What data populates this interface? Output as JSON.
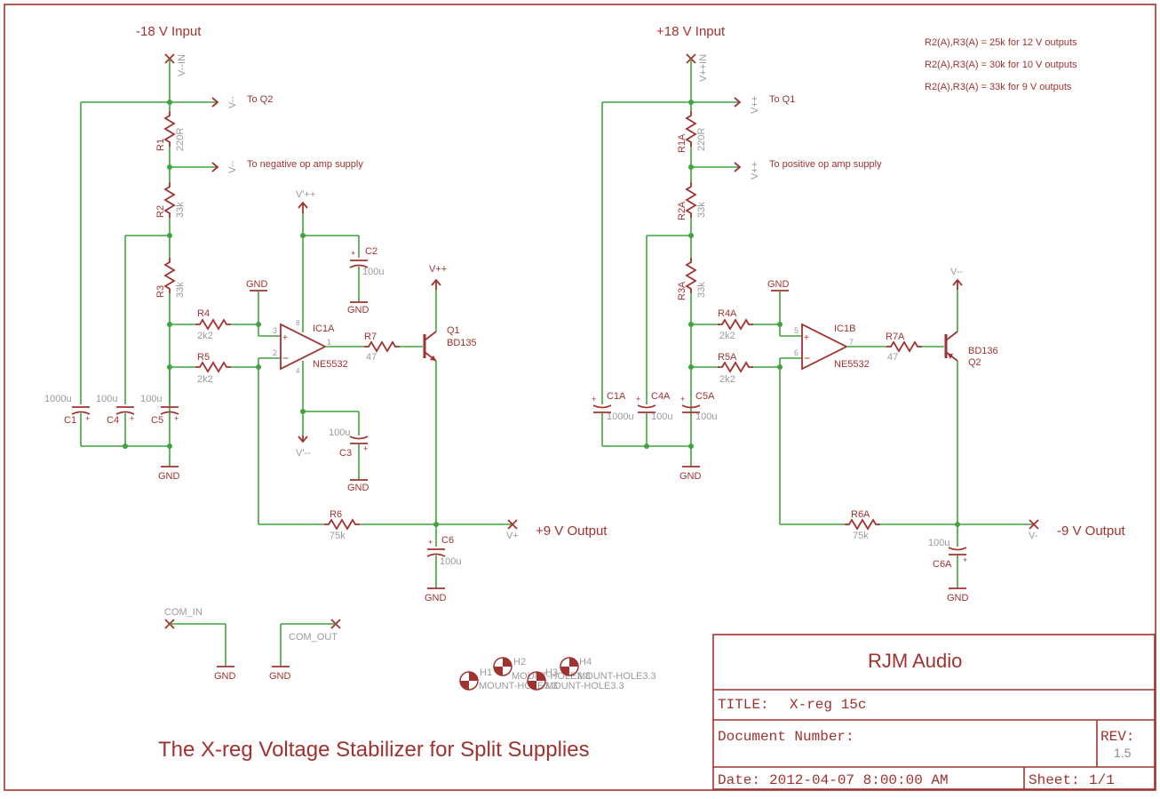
{
  "labels": {
    "neg_input": "-18 V Input",
    "pos_input": "+18 V Input",
    "pos_output": "+9 V Output",
    "neg_output": "-9 V Output",
    "to_q2": "To Q2",
    "to_q1": "To Q1",
    "neg_opamp": "To negative op amp supply",
    "pos_opamp": "To positive op amp supply",
    "note1": "R2(A),R3(A) = 25k for 12 V outputs",
    "note2": "R2(A),R3(A) = 30k for 10 V outputs",
    "note3": "R2(A),R3(A) = 33k for 9 V outputs",
    "main_title": "The X-reg Voltage Stabilizer for Split Supplies"
  },
  "nets": {
    "v_minus_in": "V--IN",
    "v_plus_in": "V++IN",
    "v_minus_minus": "V--",
    "v_plus_plus": "V++",
    "vp_pp": "V'++",
    "vp_mm": "V'--",
    "v_plus": "V+",
    "v_minus": "V-",
    "gnd": "GND",
    "com_in": "COM_IN",
    "com_out": "COM_OUT"
  },
  "left": {
    "r1": {
      "name": "R1",
      "value": "220R"
    },
    "r2": {
      "name": "R2",
      "value": "33k"
    },
    "r3": {
      "name": "R3",
      "value": "33k"
    },
    "r4": {
      "name": "R4",
      "value": "2k2"
    },
    "r5": {
      "name": "R5",
      "value": "2k2"
    },
    "r6": {
      "name": "R6",
      "value": "75k"
    },
    "r7": {
      "name": "R7",
      "value": "47"
    },
    "c1": {
      "name": "C1",
      "value": "1000u"
    },
    "c2": {
      "name": "C2",
      "value": "100u"
    },
    "c3": {
      "name": "C3",
      "value": "100u"
    },
    "c4": {
      "name": "C4",
      "value": "100u"
    },
    "c5": {
      "name": "C5",
      "value": "100u"
    },
    "c6": {
      "name": "C6",
      "value": "100u"
    },
    "ic": {
      "name": "IC1A",
      "value": "NE5532",
      "pin_plus": "3",
      "pin_minus": "2",
      "pin_out": "1",
      "pin_top": "8",
      "pin_bot": "4"
    },
    "q": {
      "name": "Q1",
      "value": "BD135"
    }
  },
  "right": {
    "r1": {
      "name": "R1A",
      "value": "220R"
    },
    "r2": {
      "name": "R2A",
      "value": "33k"
    },
    "r3": {
      "name": "R3A",
      "value": "33k"
    },
    "r4": {
      "name": "R4A",
      "value": "2k2"
    },
    "r5": {
      "name": "R5A",
      "value": "2k2"
    },
    "r6": {
      "name": "R6A",
      "value": "75k"
    },
    "r7": {
      "name": "R7A",
      "value": "47"
    },
    "c1": {
      "name": "C1A",
      "value": "1000u"
    },
    "c4": {
      "name": "C4A",
      "value": "100u"
    },
    "c5": {
      "name": "C5A",
      "value": "100u"
    },
    "c6": {
      "name": "C6A",
      "value": "100u"
    },
    "ic": {
      "name": "IC1B",
      "value": "NE5532",
      "pin_plus": "5",
      "pin_minus": "6",
      "pin_out": "7"
    },
    "q": {
      "name": "Q2",
      "value": "BD136"
    }
  },
  "holes": {
    "h1": "H1",
    "h2": "H2",
    "h3": "H3",
    "h4": "H4",
    "part": "MOUNT-HOLE3.3"
  },
  "titleblock": {
    "company": "RJM Audio",
    "title_label": "TITLE:",
    "title_value": "X-reg 15c",
    "docnum_label": "Document Number:",
    "rev_label": "REV:",
    "rev_value": "1.5",
    "date_label": "Date:",
    "date_value": "2012-04-07 8:00:00 AM",
    "sheet_label": "Sheet:",
    "sheet_value": "1/1"
  },
  "colors": {
    "wire": "#3fa33f",
    "part": "#a0332f",
    "pin_label": "#9a9a9a"
  }
}
